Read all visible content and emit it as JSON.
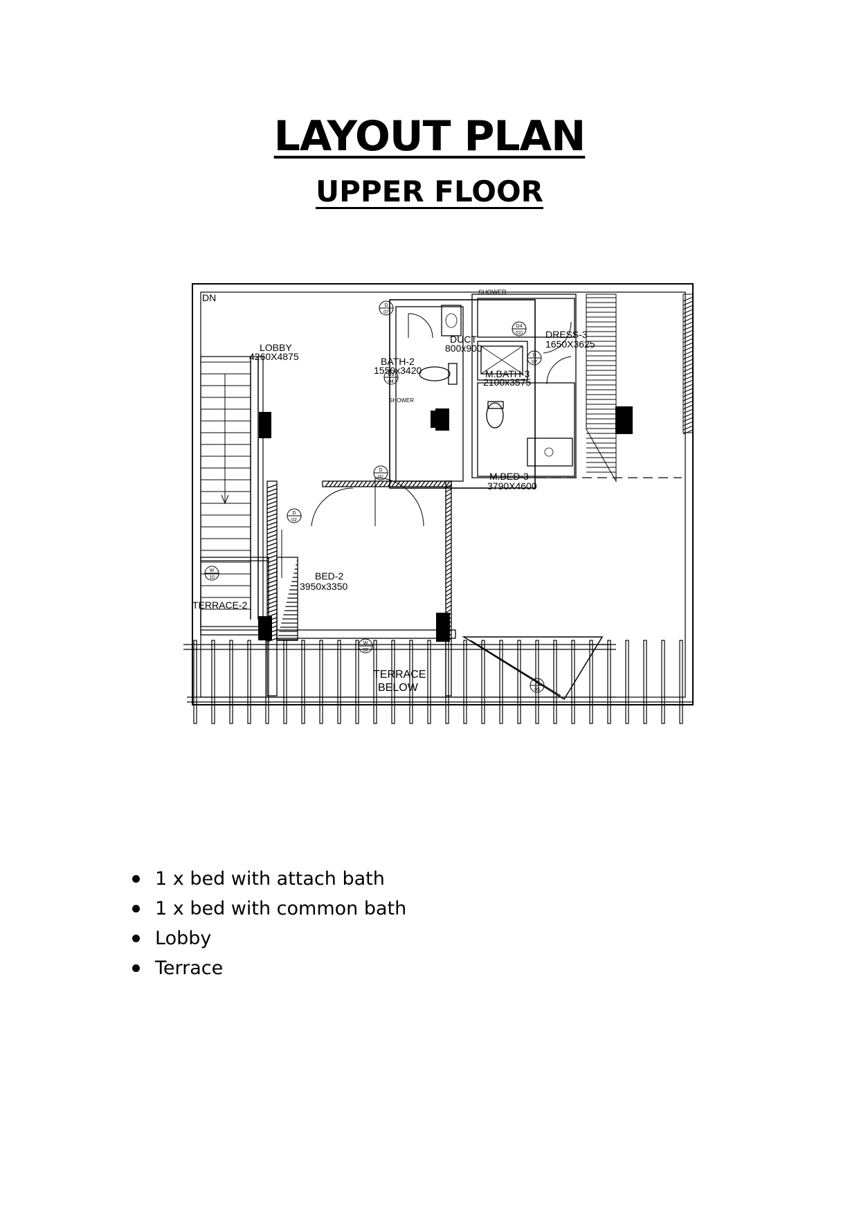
{
  "header": {
    "title": "LAYOUT PLAN",
    "subtitle": "UPPER FLOOR"
  },
  "plan": {
    "labels": {
      "dn": "DN",
      "lobby_name": "LOBBY",
      "lobby_size": "4260X4875",
      "bath2_name": "BATH-2",
      "bath2_size": "1550x3420",
      "duct_name": "DUCT",
      "duct_size": "800x900",
      "mbath3_name": "M.BATH-3",
      "mbath3_size": "2100x3575",
      "dress3_name": "DRESS-3",
      "dress3_size": "1650X3625",
      "mbed3_name": "M.BED-3",
      "mbed3_size": "3790X4600",
      "bed2_name": "BED-2",
      "bed2_size": "3950x3350",
      "terrace2_name": "TERRACE-2",
      "terrace_below_1": "TERRACE",
      "terrace_below_2": "BELOW",
      "shower": "SHOWER"
    },
    "tags": [
      {
        "top": "D",
        "bottom": "07"
      },
      {
        "top": "D3",
        "bottom": "04"
      },
      {
        "top": "D4",
        "bottom": "CD"
      },
      {
        "top": "D",
        "bottom": "07"
      },
      {
        "top": "D",
        "bottom": "02"
      },
      {
        "top": "D",
        "bottom": "02"
      },
      {
        "top": "W",
        "bottom": "10"
      },
      {
        "top": "W",
        "bottom": "02"
      },
      {
        "top": "W",
        "bottom": "05"
      }
    ]
  },
  "features": [
    "1 x bed with attach bath",
    "1 x bed with common bath",
    "Lobby",
    "Terrace"
  ]
}
